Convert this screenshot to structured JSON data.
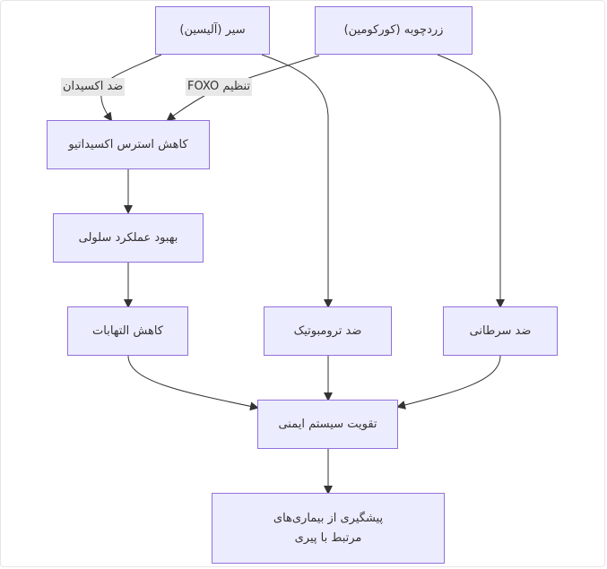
{
  "nodes": {
    "garlic": "سیر (آلیسین)",
    "turmeric": "زردچوبه (کورکومین)",
    "oxidative_stress": "کاهش استرس اکسیداتیو",
    "cell_function": "بهبود عملکرد سلولی",
    "inflammation": "کاهش التهابات",
    "antithrombotic": "ضد ترومبوتیک",
    "anticancer": "ضد سرطانی",
    "immune": "تقویت سیستم ایمنی",
    "aging": "پیشگیری از بیماری‌های مرتبط با پیری"
  },
  "edge_labels": {
    "antioxidant": "ضد اکسیدان",
    "foxo": "تنظیم FOXO"
  },
  "colors": {
    "node_fill": "#ececff",
    "node_border": "#9370db",
    "edge": "#333333",
    "label_bg": "#e8e8e8"
  }
}
